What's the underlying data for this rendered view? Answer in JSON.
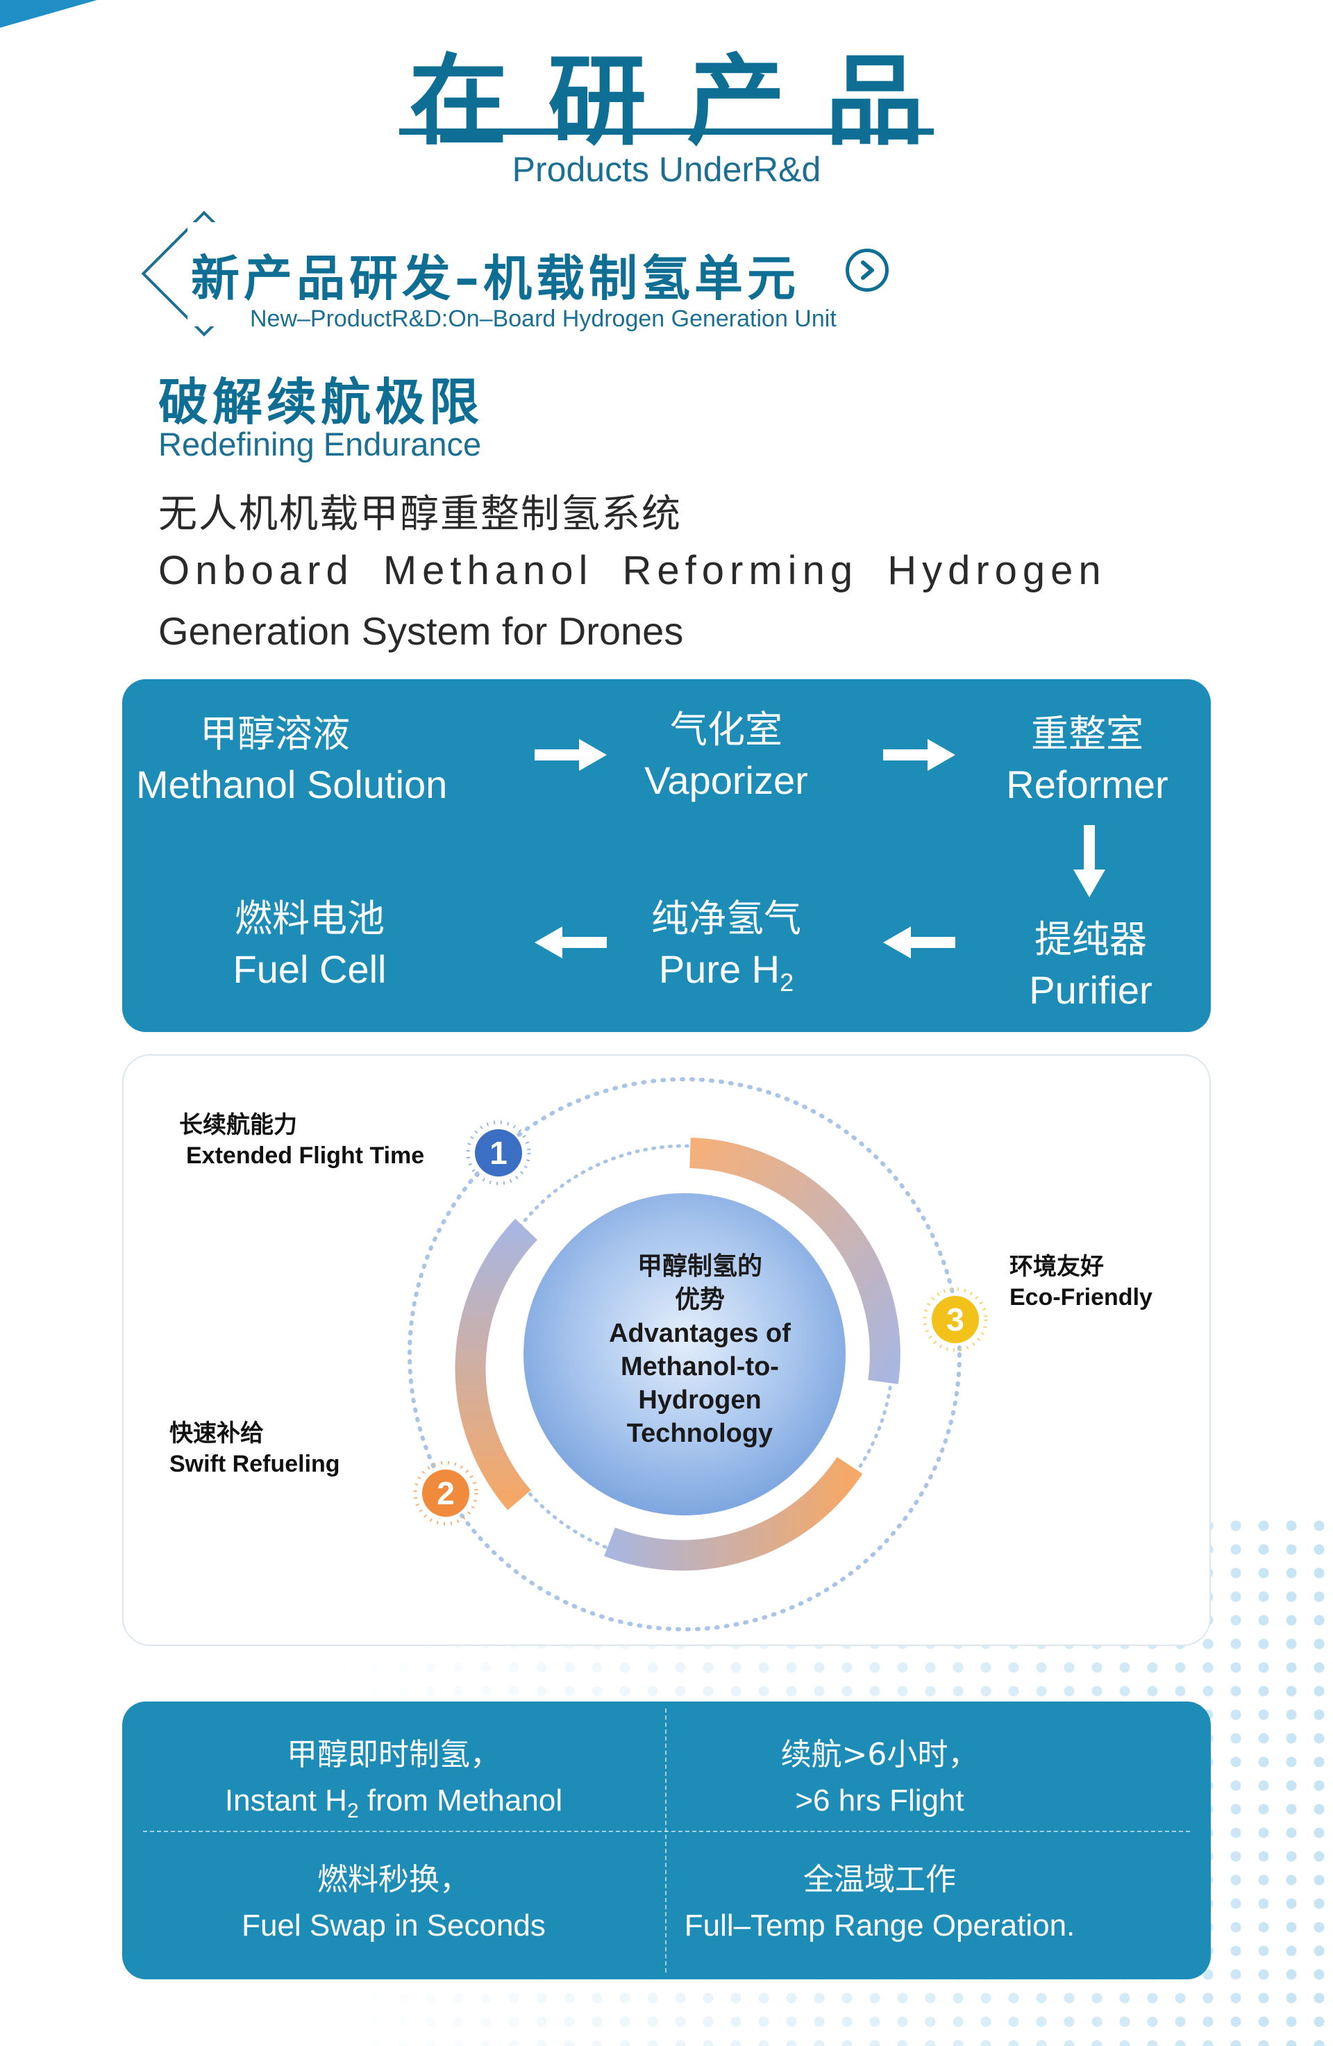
{
  "header": {
    "title_cn": "在研产品",
    "title_en": "Products UnderR&d"
  },
  "section": {
    "title_cn": "新产品研发–机载制氢单元",
    "title_en": "New–ProductR&D:On–Board Hydrogen Generation Unit"
  },
  "headline": {
    "cn": "破解续航极限",
    "en": "Redefining Endurance"
  },
  "description": {
    "cn": "无人机机载甲醇重整制氢系统",
    "en_line1": "Onboard Methanol Reforming Hydrogen",
    "en_line2": "Generation System for Drones"
  },
  "flow": {
    "methanol": {
      "cn": "甲醇溶液",
      "en": "Methanol Solution"
    },
    "vaporizer": {
      "cn": "气化室",
      "en": "Vaporizer"
    },
    "reformer": {
      "cn": "重整室",
      "en": "Reformer"
    },
    "fuel_cell": {
      "cn": "燃料电池",
      "en": "Fuel Cell"
    },
    "pure_h2": {
      "cn": "纯净氢气",
      "en_prefix": "Pure H",
      "en_sub": "2"
    },
    "purifier": {
      "cn": "提纯器",
      "en": "Purifier"
    }
  },
  "advantages": {
    "center_cn_1": "甲醇制氢的",
    "center_cn_2": "优势",
    "center_en_1": "Advantages of",
    "center_en_2": "Methanol-to-",
    "center_en_3": "Hydrogen",
    "center_en_4": "Technology",
    "items": [
      {
        "num": "1",
        "cn": "长续航能力",
        "en": "Extended Flight Time",
        "color": "#3a6fc4"
      },
      {
        "num": "2",
        "cn": "快速补给",
        "en": "Swift Refueling",
        "color": "#f08a3c"
      },
      {
        "num": "3",
        "cn": "环境友好",
        "en": "Eco-Friendly",
        "color": "#f2c21b"
      }
    ]
  },
  "features": {
    "f1": {
      "cn": "甲醇即时制氢，",
      "en_pre": "Instant H",
      "en_sub": "2",
      "en_post": " from Methanol"
    },
    "f2": {
      "cn": "续航>6小时，",
      "en": ">6 hrs Flight"
    },
    "f3": {
      "cn": "燃料秒换，",
      "en": "Fuel Swap in Seconds"
    },
    "f4": {
      "cn": "全温域工作",
      "en": "Full–Temp Range Operation."
    }
  }
}
